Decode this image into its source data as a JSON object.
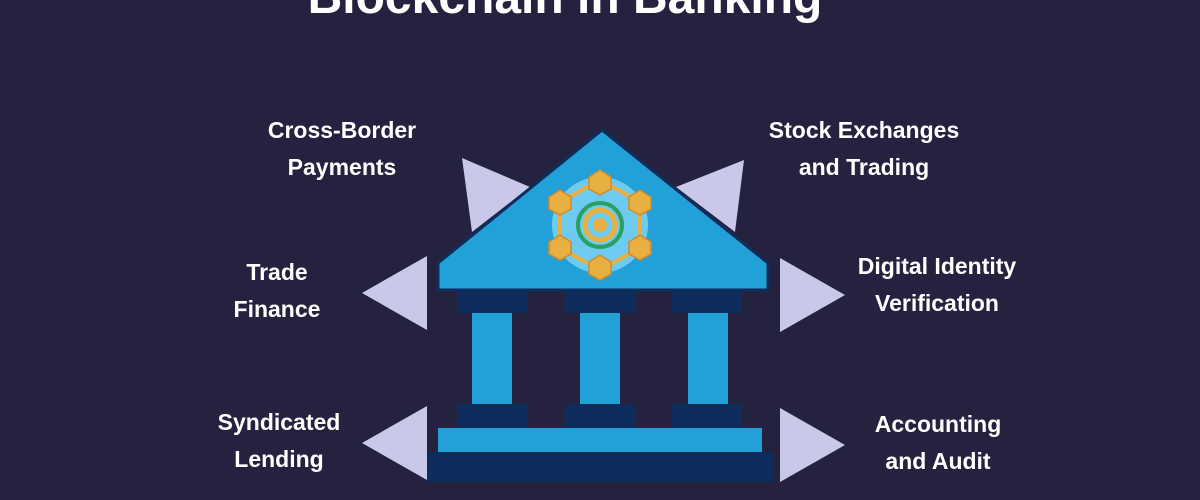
{
  "title": "Blockchain in Banking",
  "colors": {
    "background": "#24223f",
    "building_light": "#22a0d8",
    "building_dark": "#0f2d5c",
    "arrow": "#c9c8e8",
    "emblem_gold": "#e8b040",
    "emblem_circle": "#6fcaf0"
  },
  "labels": {
    "cross_border": [
      "Cross-Border",
      "Payments"
    ],
    "stock": [
      "Stock Exchanges",
      "and Trading"
    ],
    "trade": [
      "Trade",
      "Finance"
    ],
    "identity": [
      "Digital Identity",
      "Verification"
    ],
    "syndicated": [
      "Syndicated",
      "Lending"
    ],
    "accounting": [
      "Accounting",
      "and Audit"
    ]
  }
}
